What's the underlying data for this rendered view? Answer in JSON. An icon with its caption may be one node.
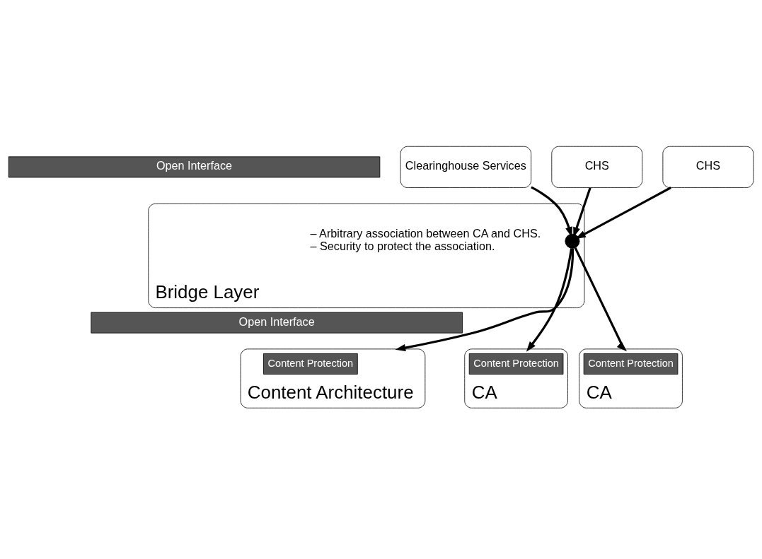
{
  "diagram": {
    "nodes": [
      {
        "text": [
          "Clearinghouse Services"
        ]
      },
      {
        "text": [
          "CHS"
        ]
      },
      {
        "text": [
          "CHS"
        ]
      },
      {
        "text": [
          "Open Interface"
        ]
      },
      {
        "text": [
          "Bridge Layer"
        ]
      },
      {
        "text": [],
        "shape": "circle",
        "in": 4
      },
      {
        "text": [
          "Open Interface"
        ]
      },
      {
        "text": [
          "Content Architecture"
        ]
      },
      {
        "text": [
          "Content Protection"
        ],
        "in": 7
      },
      {
        "text": [
          "CA"
        ]
      },
      {
        "text": [
          "Content Protection"
        ],
        "in": 9
      },
      {
        "text": [
          "CA"
        ]
      },
      {
        "text": [
          "Content Protection"
        ],
        "in": 11
      }
    ],
    "edges": [
      {
        "from": 0,
        "to": 5,
        "arrow": "to"
      },
      {
        "from": 1,
        "to": 5,
        "arrow": "to"
      },
      {
        "from": 2,
        "to": 5,
        "arrow": "to"
      },
      {
        "from": 5,
        "to": 7,
        "arrow": "to"
      },
      {
        "from": 5,
        "to": 9,
        "arrow": "to"
      },
      {
        "from": 5,
        "to": 11,
        "arrow": "to"
      }
    ],
    "labels": [
      "– Arbitrary association between CA and CHS.",
      "– Security to protect the association."
    ]
  }
}
